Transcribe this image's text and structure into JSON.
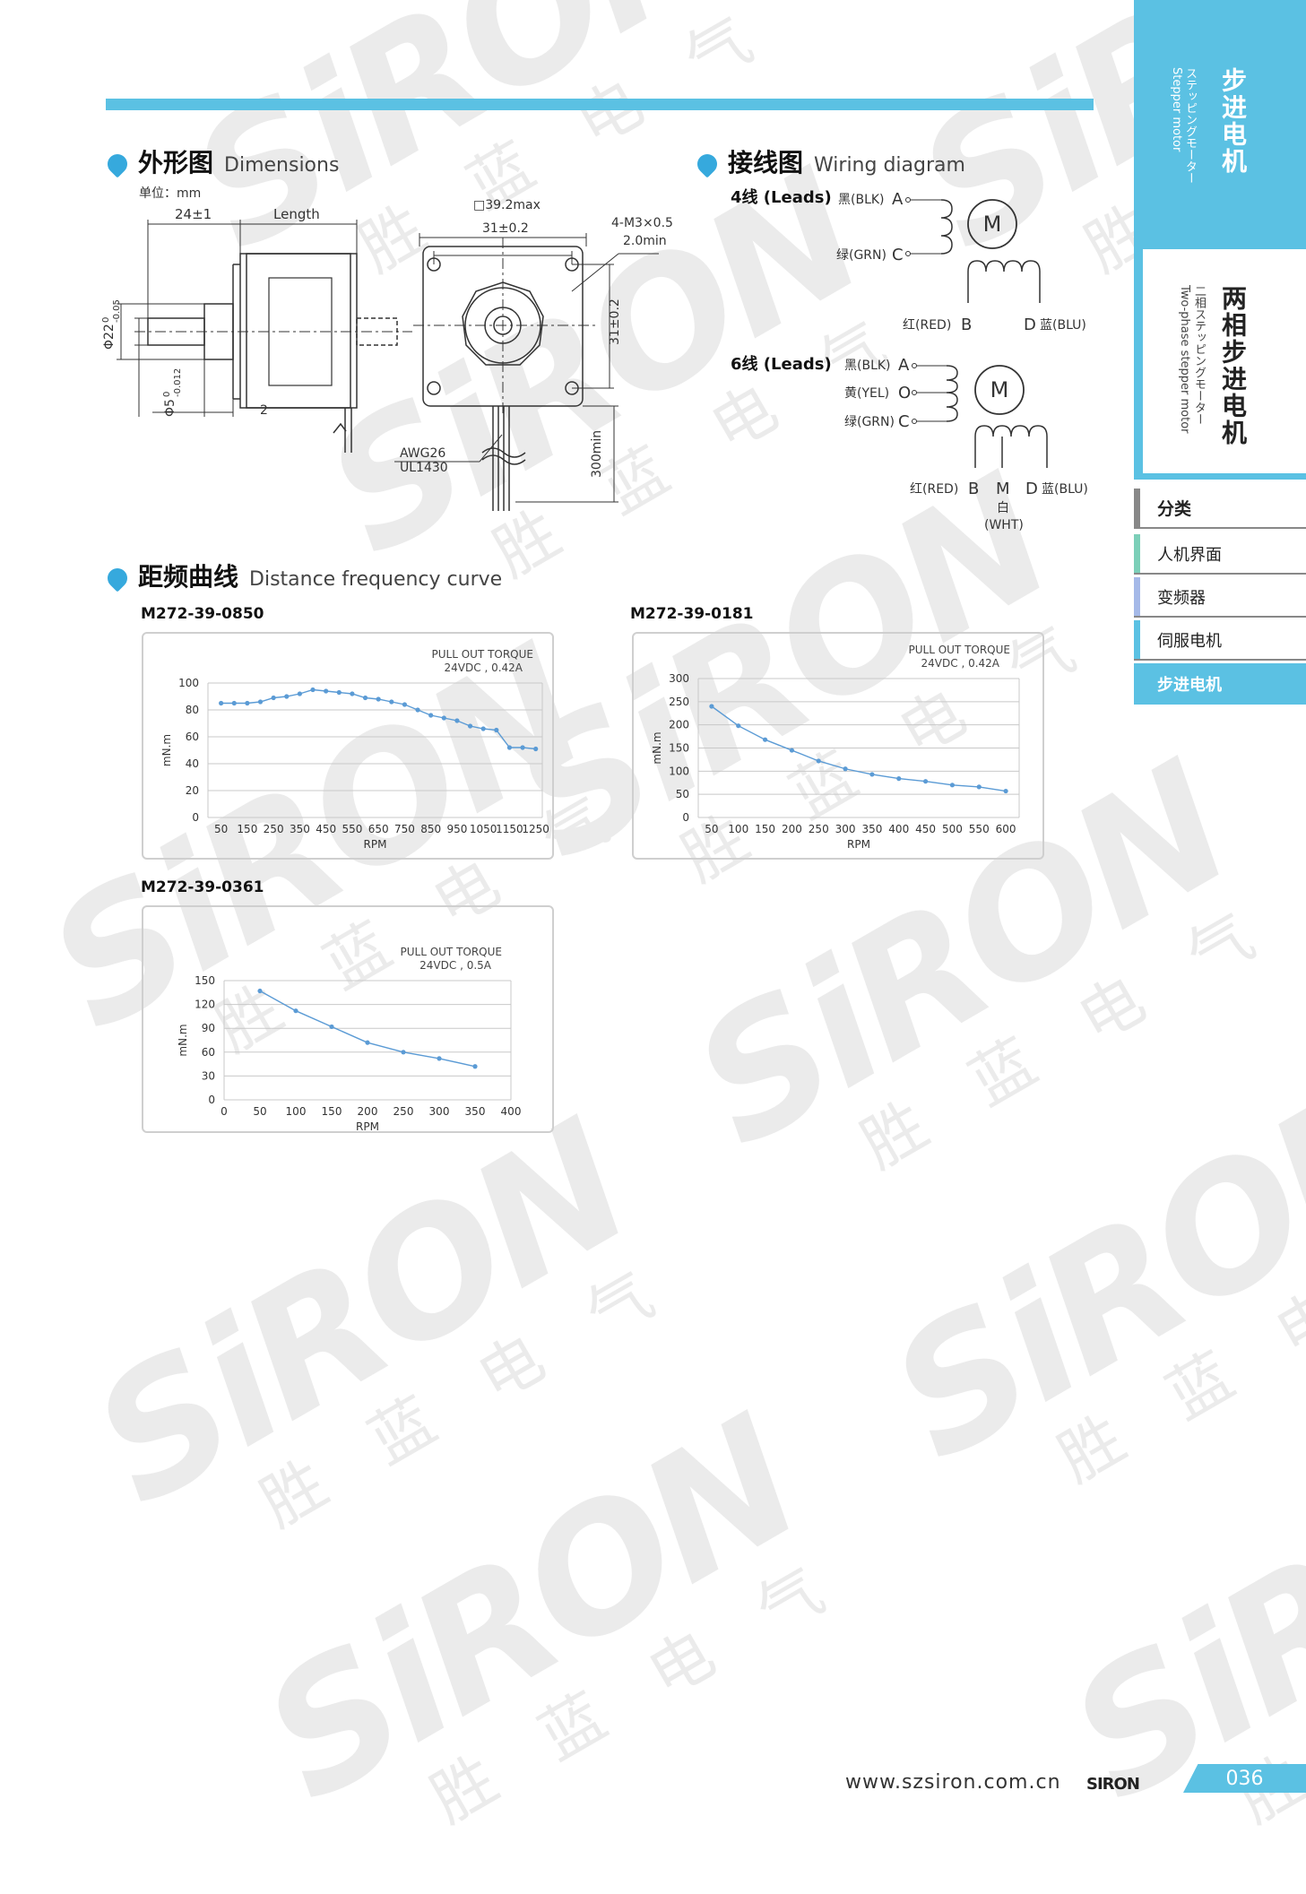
{
  "watermark": {
    "brand": "SiRON",
    "chars": "胜蓝电气"
  },
  "colors": {
    "accent": "#5bc1e3",
    "line": "#5b9bd5",
    "grid": "#c8c8c8"
  },
  "dimensions": {
    "heading_cn": "外形图",
    "heading_en": "Dimensions",
    "unit": "单位：mm",
    "labels": {
      "shaft_len": "24±1",
      "length": "Length",
      "dia_boss": "Φ22",
      "dia_boss_tol_top": "0",
      "dia_boss_tol_bot": "-0.05",
      "dia_shaft": "Φ5",
      "dia_shaft_tol_top": "0",
      "dia_shaft_tol_bot": "-0.012",
      "flange": "2",
      "square": "□39.2max",
      "pitch": "31±0.2",
      "pitch_v": "31±0.2",
      "thread": "4-M3×0.5",
      "depth": "2.0min",
      "wire1": "AWG26",
      "wire2": "UL1430",
      "lead_len": "300min"
    }
  },
  "wiring": {
    "heading_cn": "接线图",
    "heading_en": "Wiring diagram",
    "four": {
      "title": "4线 (Leads)",
      "a": "黑(BLK)",
      "a_letter": "A",
      "c": "绿(GRN)",
      "c_letter": "C",
      "b": "红(RED)",
      "b_letter": "B",
      "d_letter": "D",
      "d": "蓝(BLU)",
      "motor": "M"
    },
    "six": {
      "title": "6线 (Leads)",
      "a": "黑(BLK)",
      "a_letter": "A",
      "o": "黄(YEL)",
      "o_letter": "O",
      "c": "绿(GRN)",
      "c_letter": "C",
      "b": "红(RED)",
      "b_letter": "B",
      "m_letter": "M",
      "d_letter": "D",
      "d": "蓝(BLU)",
      "white_cn": "白",
      "white_en": "(WHT)",
      "motor": "M"
    }
  },
  "curves": {
    "heading_cn": "距频曲线",
    "heading_en": "Distance frequency curve"
  },
  "chart_data": [
    {
      "type": "line",
      "model": "M272-39-0850",
      "title": "PULL OUT TORQUE",
      "subtitle": "24VDC , 0.42A",
      "xlabel": "RPM",
      "ylabel": "mN.m",
      "xlim": [
        0,
        1275
      ],
      "ylim": [
        0,
        100
      ],
      "xticks": [
        50,
        150,
        250,
        350,
        450,
        550,
        650,
        750,
        850,
        950,
        1050,
        1150,
        1250
      ],
      "yticks": [
        0,
        20,
        40,
        60,
        80,
        100
      ],
      "x": [
        50,
        100,
        150,
        200,
        250,
        300,
        350,
        400,
        450,
        500,
        550,
        600,
        650,
        700,
        750,
        800,
        850,
        900,
        950,
        1000,
        1050,
        1100,
        1150,
        1200,
        1250
      ],
      "y": [
        85,
        85,
        85,
        86,
        89,
        90,
        92,
        95,
        94,
        93,
        92,
        89,
        88,
        86,
        84,
        80,
        76,
        74,
        72,
        68,
        66,
        65,
        52,
        52,
        51
      ]
    },
    {
      "type": "line",
      "model": "M272-39-0181",
      "title": "PULL OUT TORQUE",
      "subtitle": "24VDC , 0.42A",
      "xlabel": "RPM",
      "ylabel": "mN.m",
      "xlim": [
        25,
        625
      ],
      "ylim": [
        0,
        300
      ],
      "xticks": [
        50,
        100,
        150,
        200,
        250,
        300,
        350,
        400,
        450,
        500,
        550,
        600
      ],
      "yticks": [
        0,
        50,
        100,
        150,
        200,
        250,
        300
      ],
      "x": [
        50,
        100,
        150,
        200,
        250,
        300,
        350,
        400,
        450,
        500,
        550,
        600
      ],
      "y": [
        240,
        198,
        168,
        145,
        122,
        105,
        93,
        84,
        78,
        70,
        66,
        57
      ]
    },
    {
      "type": "line",
      "model": "M272-39-0361",
      "title": "PULL OUT TORQUE",
      "subtitle": "24VDC , 0.5A",
      "xlabel": "RPM",
      "ylabel": "mN.m",
      "xlim": [
        0,
        400
      ],
      "ylim": [
        0,
        150
      ],
      "xticks": [
        0,
        50,
        100,
        150,
        200,
        250,
        300,
        350,
        400
      ],
      "yticks": [
        0,
        30,
        60,
        90,
        120,
        150
      ],
      "x": [
        50,
        100,
        150,
        200,
        250,
        300,
        350
      ],
      "y": [
        137,
        112,
        92,
        72,
        60,
        52,
        42
      ]
    }
  ],
  "sidebar": {
    "title_top": "步进电机",
    "sub_top_jp": "ステッピングモーター",
    "sub_top_en": "Stepper motor",
    "title_mid": "两相步进电机",
    "sub_mid_jp": "二相ステッピングモーター",
    "sub_mid_en": "Two-phase stepper motor",
    "nav": [
      {
        "label": "分类",
        "stripe": "#888888"
      },
      {
        "label": "人机界面",
        "stripe": "#7ccfb8"
      },
      {
        "label": "变频器",
        "stripe": "#a5b9e8"
      },
      {
        "label": "伺服电机",
        "stripe": "#5bc1e3"
      },
      {
        "label": "步进电机",
        "stripe": "#5bc1e3"
      }
    ]
  },
  "footer": {
    "url": "www.szsiron.com.cn",
    "logo": "SIRON",
    "page": "036"
  }
}
